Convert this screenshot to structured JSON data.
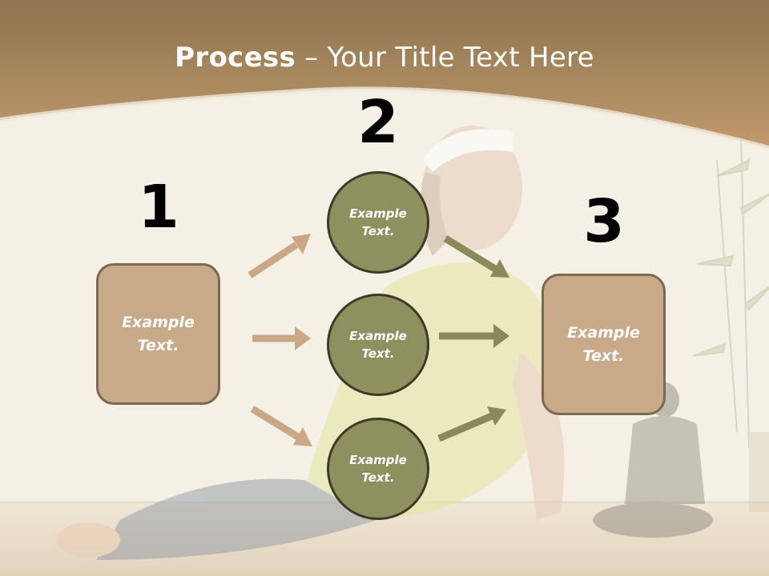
{
  "slide": {
    "title_bold": "Process",
    "title_rest": " – Your Title Text Here",
    "step1_number": "1",
    "step2_number": "2",
    "step3_number": "3",
    "left_box": "Example Text.",
    "circles": [
      "Example Text.",
      "Example Text.",
      "Example Text."
    ],
    "right_box": "Example Text."
  },
  "colors": {
    "header_brown": "#b8956a",
    "box_fill": "#c8a988",
    "circle_fill": "#8f9060",
    "arrow_tan": "#caa885",
    "arrow_olive": "#8a8a58"
  }
}
